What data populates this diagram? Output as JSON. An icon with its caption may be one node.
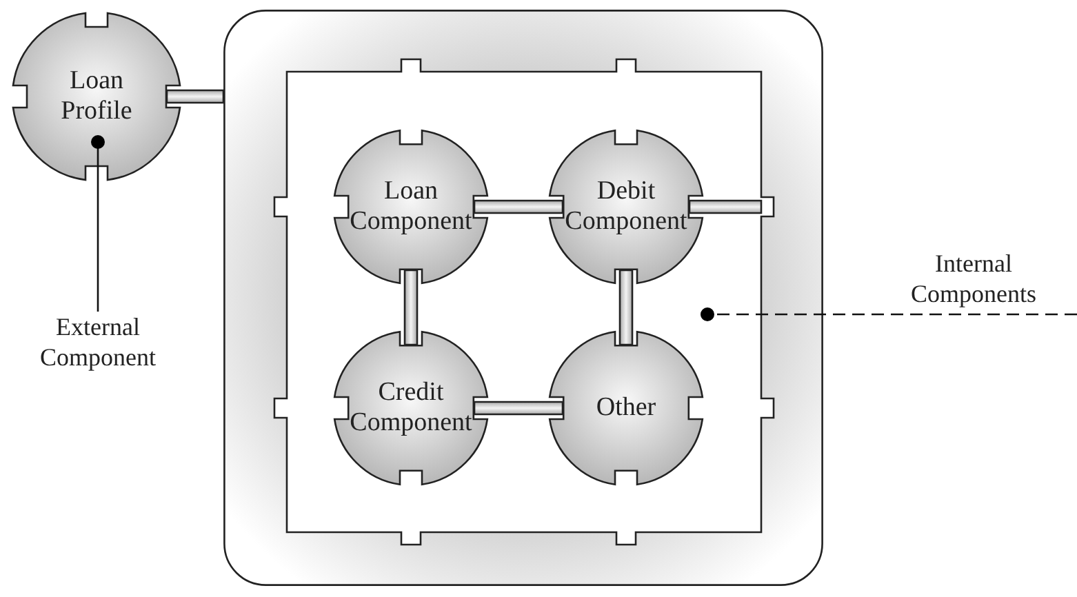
{
  "diagram": {
    "nodes": [
      {
        "text": [
          "Loan Profile"
        ]
      },
      {
        "text": [],
        "shape": "box"
      },
      {
        "text": [],
        "shape": "box",
        "in": 1
      },
      {
        "text": [
          "Loan Component"
        ],
        "in": 2
      },
      {
        "text": [
          "Debit Component"
        ],
        "in": 2
      },
      {
        "text": [
          "Credit Component"
        ],
        "in": 2
      },
      {
        "text": [
          "Other"
        ],
        "in": 2
      },
      {
        "text": [
          "Internal Components"
        ]
      },
      {
        "text": [
          "External Component"
        ]
      }
    ],
    "edges": [
      {
        "from": 0,
        "to": 1,
        "arrow": "none",
        "style": "thick"
      },
      {
        "from": 3,
        "to": 4,
        "arrow": "none",
        "style": "thick"
      },
      {
        "from": 4,
        "to": 2,
        "arrow": "none",
        "style": "thick"
      },
      {
        "from": 3,
        "to": 5,
        "arrow": "none",
        "style": "thick"
      },
      {
        "from": 4,
        "to": 6,
        "arrow": "none",
        "style": "thick"
      },
      {
        "from": 5,
        "to": 6,
        "arrow": "none",
        "style": "thick"
      },
      {
        "from": 7,
        "to": 2,
        "arrow": "other",
        "style": "dashed"
      },
      {
        "from": 8,
        "to": 0,
        "arrow": "other"
      }
    ]
  }
}
